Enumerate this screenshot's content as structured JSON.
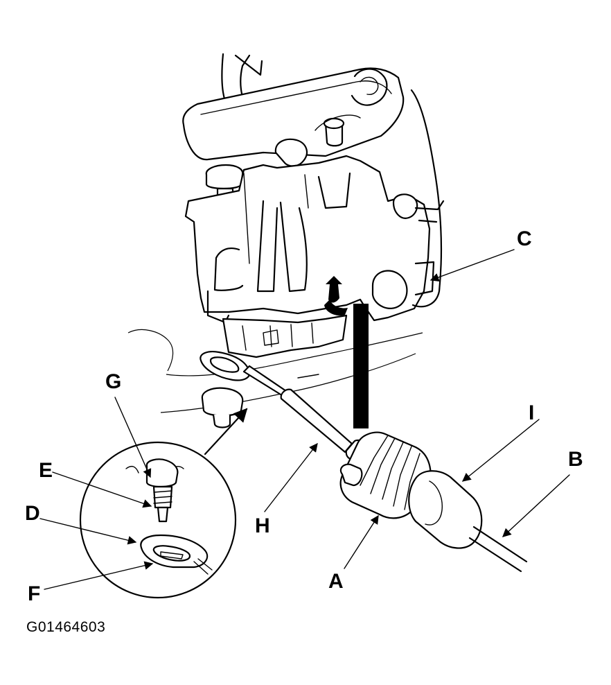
{
  "figure_id": "G01464603",
  "callouts": {
    "A": "A",
    "B": "B",
    "C": "C",
    "D": "D",
    "E": "E",
    "F": "F",
    "G": "G",
    "H": "H",
    "I": "I"
  }
}
